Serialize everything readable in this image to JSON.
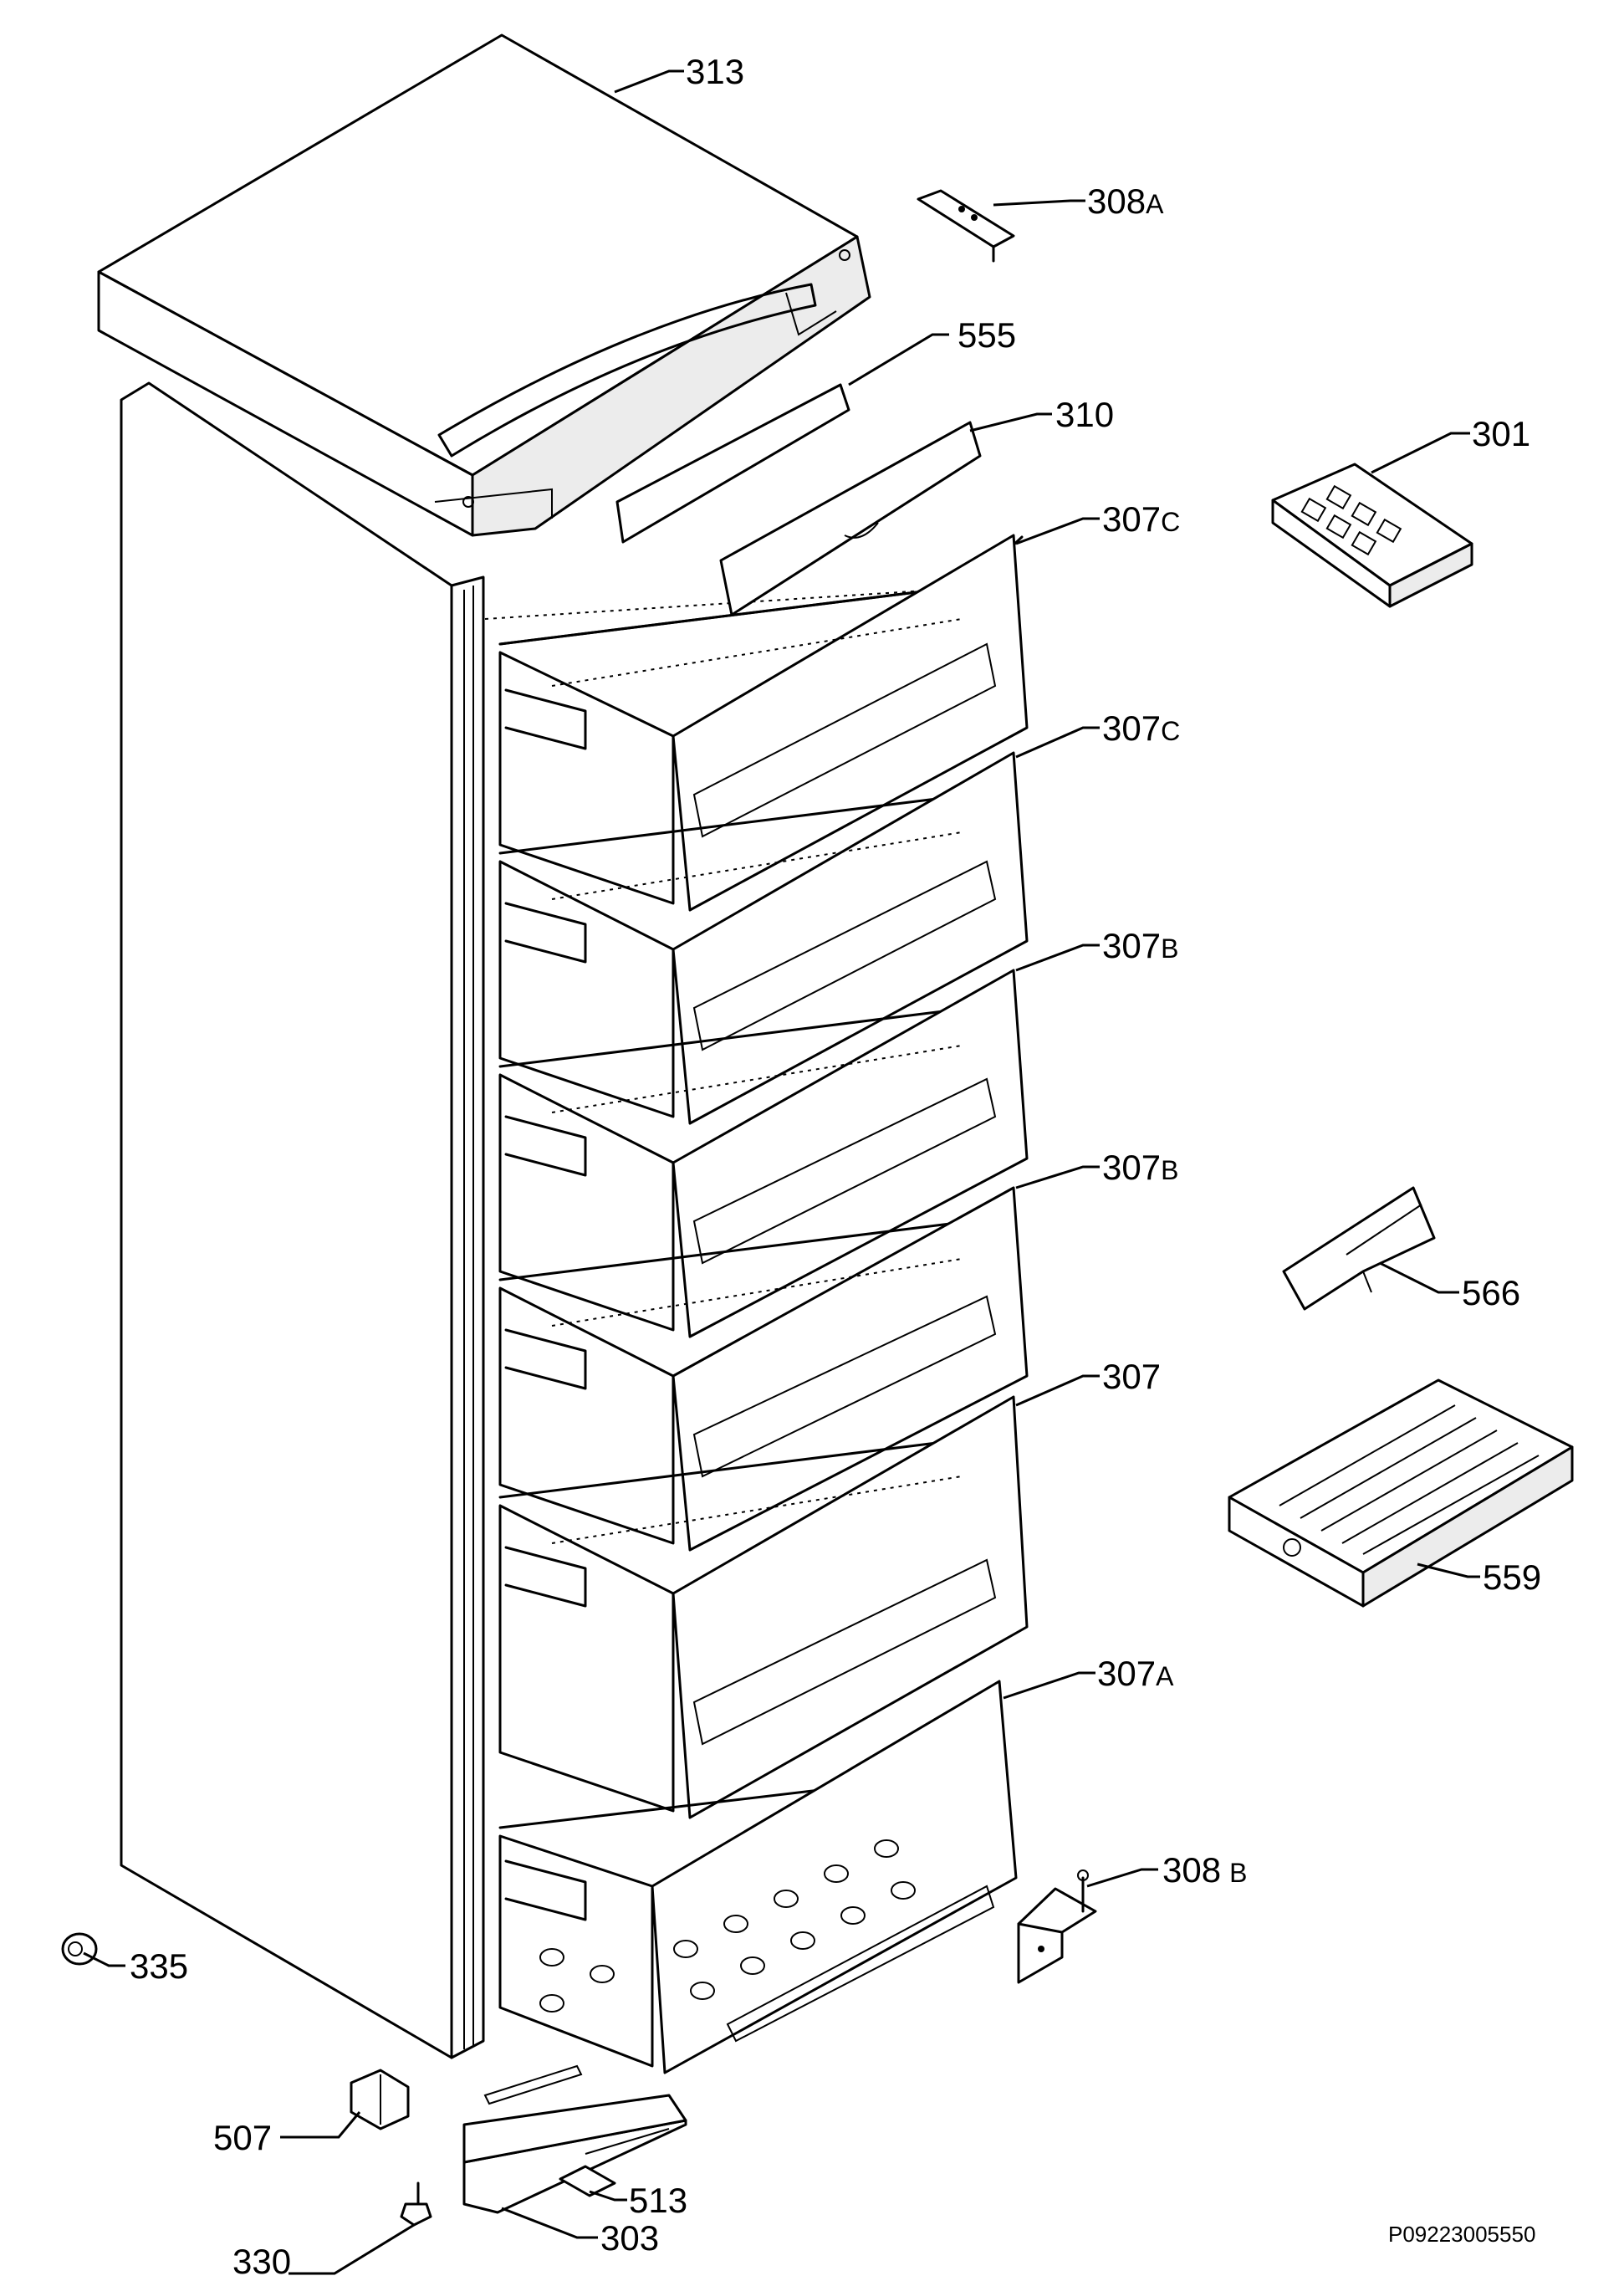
{
  "parts": [
    {
      "id": "313",
      "number": "313",
      "suffix": ""
    },
    {
      "id": "308a",
      "number": "308",
      "suffix": "A"
    },
    {
      "id": "555",
      "number": "555",
      "suffix": ""
    },
    {
      "id": "310",
      "number": "310",
      "suffix": ""
    },
    {
      "id": "301",
      "number": "301",
      "suffix": ""
    },
    {
      "id": "307c-1",
      "number": "307",
      "suffix": "C"
    },
    {
      "id": "307c-2",
      "number": "307",
      "suffix": "C"
    },
    {
      "id": "307b-1",
      "number": "307",
      "suffix": "B"
    },
    {
      "id": "307b-2",
      "number": "307",
      "suffix": "B"
    },
    {
      "id": "566",
      "number": "566",
      "suffix": ""
    },
    {
      "id": "307",
      "number": "307",
      "suffix": ""
    },
    {
      "id": "559",
      "number": "559",
      "suffix": ""
    },
    {
      "id": "307a",
      "number": "307",
      "suffix": "A"
    },
    {
      "id": "308b",
      "number": "308",
      "suffix": "B"
    },
    {
      "id": "335",
      "number": "335",
      "suffix": ""
    },
    {
      "id": "507",
      "number": "507",
      "suffix": ""
    },
    {
      "id": "513",
      "number": "513",
      "suffix": ""
    },
    {
      "id": "303",
      "number": "303",
      "suffix": ""
    },
    {
      "id": "330",
      "number": "330",
      "suffix": ""
    }
  ],
  "document_number": "P09223005550"
}
